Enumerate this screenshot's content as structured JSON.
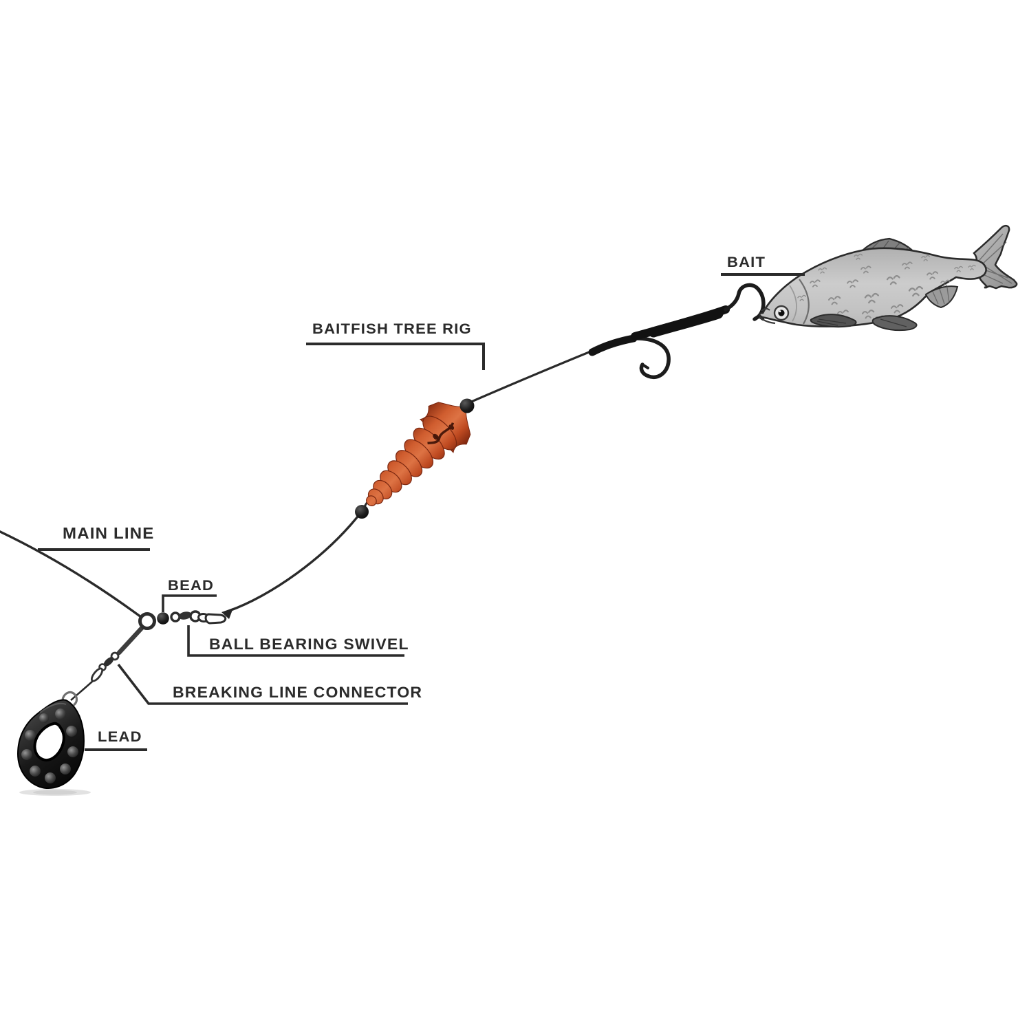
{
  "labels": {
    "bait": "BAIT",
    "baitfish_tree_rig": "BAITFISH TREE RIG",
    "main_line": "MAIN LINE",
    "bead": "BEAD",
    "ball_bearing_swivel": "BALL BEARING SWIVEL",
    "breaking_line_connector": "BREAKING LINE CONNECTOR",
    "lead": "LEAD"
  },
  "colors": {
    "background": "#ffffff",
    "label_text": "#2b2b2b",
    "leader_line": "#2b2b2b",
    "fishing_line": "#2a2a2a",
    "rig_float_orange": "#cf5c2e",
    "rig_float_shadow": "#8a2e12",
    "rig_float_highlight": "#dd7344",
    "lead_weight_black": "#181818",
    "fish_body_gray": "#c6c6c6",
    "fish_outline": "#2b2b2b",
    "hook_black": "#1c1c1c"
  }
}
